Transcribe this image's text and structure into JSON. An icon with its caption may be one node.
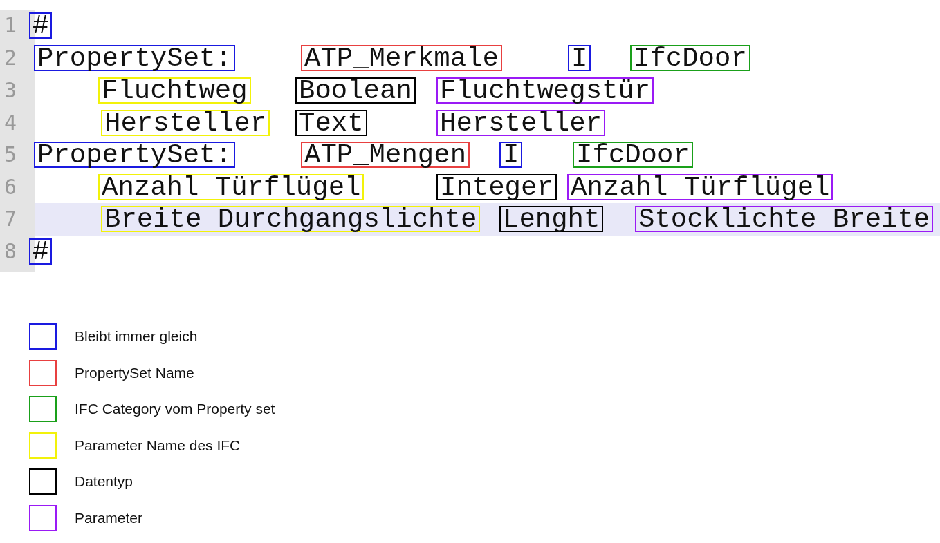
{
  "diagram": {
    "nodes": [
      {
        "text": [
          "#"
        ]
      },
      {
        "text": [
          "PropertySet:"
        ]
      },
      {
        "text": [
          "ATP_Merkmale"
        ]
      },
      {
        "text": [
          "I"
        ]
      },
      {
        "text": [
          "IfcDoor"
        ]
      },
      {
        "text": [
          "Fluchtweg"
        ]
      },
      {
        "text": [
          "Boolean"
        ]
      },
      {
        "text": [
          "Fluchtwegstür"
        ]
      },
      {
        "text": [
          "Hersteller"
        ]
      },
      {
        "text": [
          "Text"
        ]
      },
      {
        "text": [
          "Hersteller"
        ]
      },
      {
        "text": [
          "PropertySet:"
        ]
      },
      {
        "text": [
          "ATP_Mengen"
        ]
      },
      {
        "text": [
          "I"
        ]
      },
      {
        "text": [
          "IfcDoor"
        ]
      },
      {
        "text": [
          "Anzahl Türflügel"
        ]
      },
      {
        "text": [
          "Integer"
        ]
      },
      {
        "text": [
          "Anzahl Türflügel"
        ]
      },
      {
        "text": [
          "Breite Durchgangslichte"
        ]
      },
      {
        "text": [
          "Lenght"
        ]
      },
      {
        "text": [
          "Stocklichte Breite"
        ]
      },
      {
        "text": [
          "#"
        ]
      }
    ],
    "labels": [
      "1",
      "2",
      "3",
      "4",
      "5",
      "6",
      "7",
      "8"
    ],
    "legend": [
      {
        "text": "Bleibt immer gleich",
        "color": "#1a1ae0"
      },
      {
        "text": "PropertySet Name",
        "color": "#e84040"
      },
      {
        "text": "IFC Category vom Property set",
        "color": "#1aa01a"
      },
      {
        "text": "Parameter Name des IFC",
        "color": "#f2f20a"
      },
      {
        "text": "Datentyp",
        "color": "#000000"
      },
      {
        "text": "Parameter",
        "color": "#9a1af5"
      }
    ]
  }
}
